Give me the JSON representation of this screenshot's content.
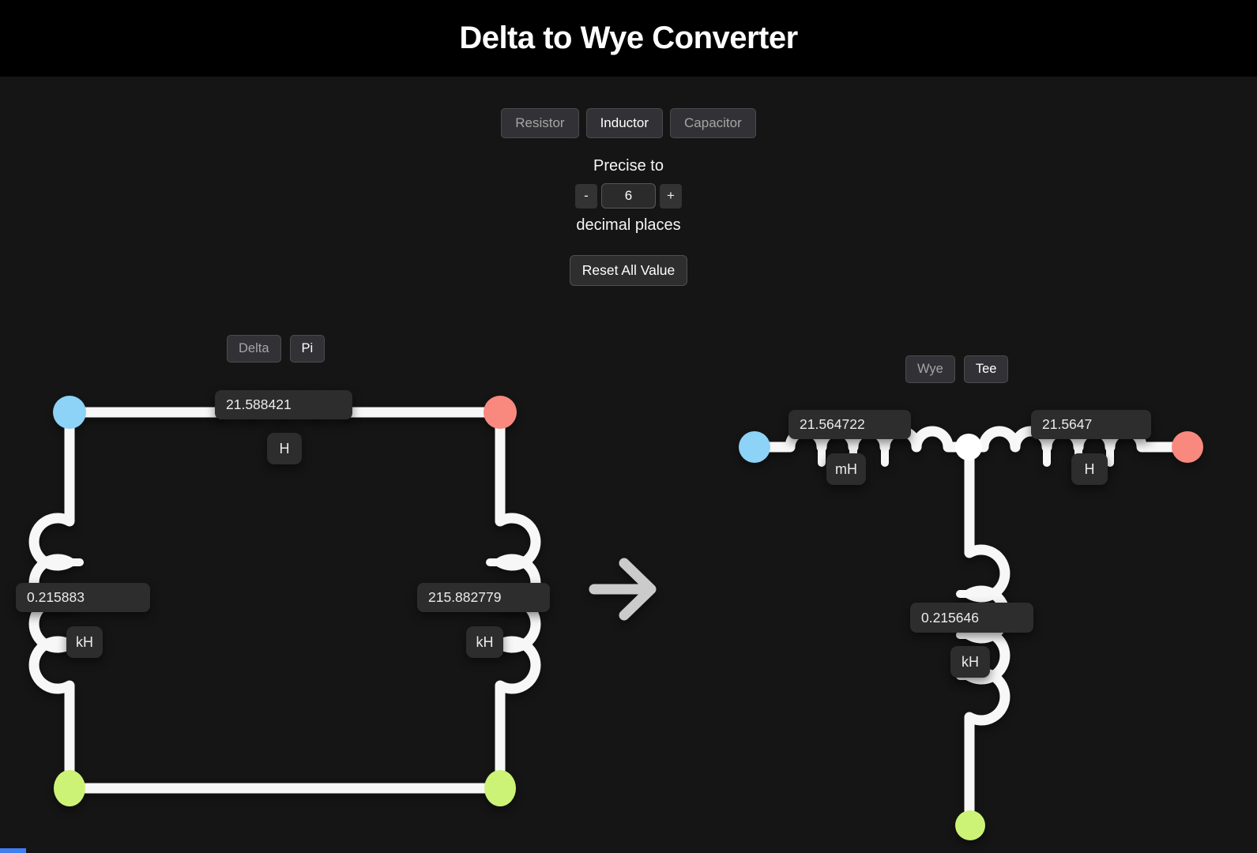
{
  "header": {
    "title": "Delta to Wye Converter"
  },
  "controls": {
    "component_tabs": {
      "resistor": "Resistor",
      "inductor": "Inductor",
      "capacitor": "Capacitor"
    },
    "precision": {
      "title": "Precise to",
      "minus": "-",
      "value": "6",
      "plus": "+",
      "suffix": "decimal places"
    },
    "reset_button": "Reset All Value"
  },
  "delta_circuit": {
    "tabs": {
      "delta": "Delta",
      "pi": "Pi"
    },
    "top": {
      "value": "21.588421",
      "unit": "H"
    },
    "left": {
      "value": "0.215883",
      "unit": "kH"
    },
    "right": {
      "value": "215.882779",
      "unit": "kH"
    }
  },
  "wye_circuit": {
    "tabs": {
      "wye": "Wye",
      "tee": "Tee"
    },
    "left": {
      "value": "21.564722",
      "unit": "mH"
    },
    "right": {
      "value": "21.5647",
      "unit": "H"
    },
    "bottom": {
      "value": "0.215646",
      "unit": "kH"
    }
  },
  "colors": {
    "node_blue": "#8dd2f7",
    "node_red": "#f9897e",
    "node_green": "#cdf376",
    "node_junction": "#ffffff",
    "wire": "#f7f7f7",
    "arrow": "#cbcbcb",
    "header_bg": "#000000",
    "page_bg": "#151515",
    "box_bg": "#2d2d2d"
  }
}
